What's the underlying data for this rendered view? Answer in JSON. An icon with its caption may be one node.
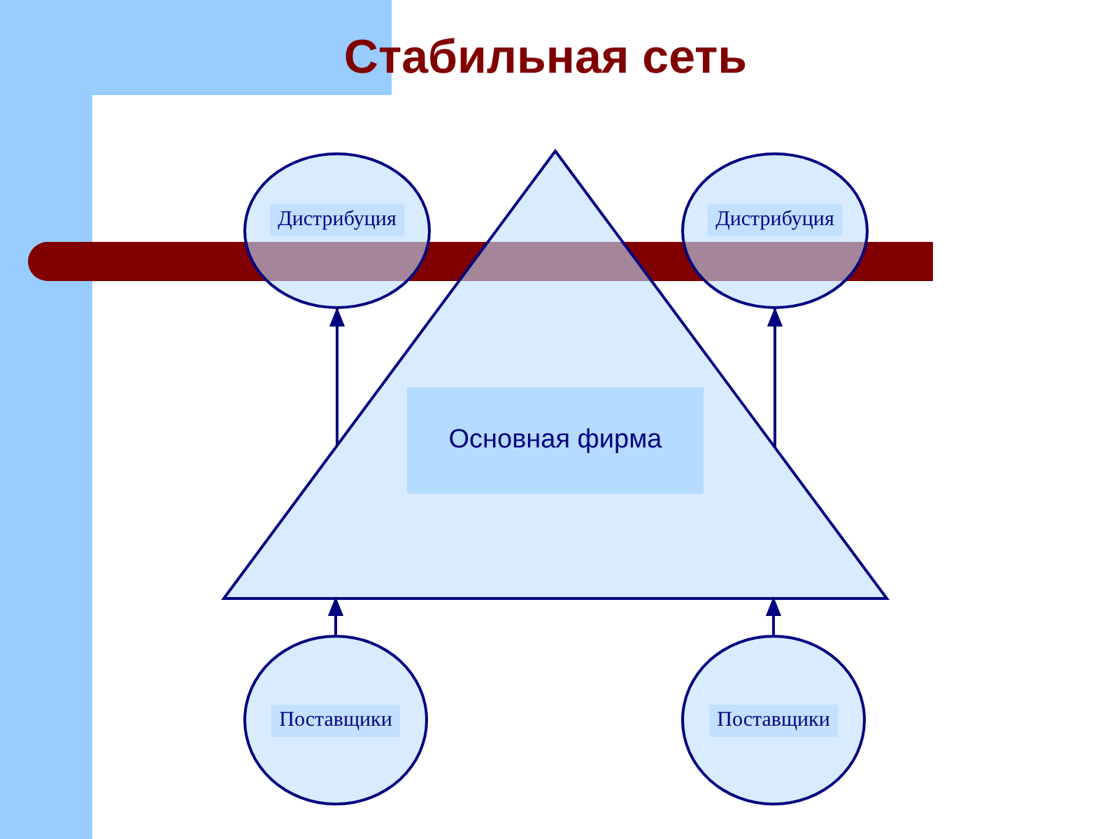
{
  "diagram": {
    "title": "Стабильная сеть",
    "nodes": [
      {
        "text": [
          "Дистрибуция"
        ]
      },
      {
        "text": [
          "Дистрибуция"
        ]
      },
      {
        "text": [
          "Основная фирма"
        ]
      },
      {
        "text": [
          "Поставщики"
        ]
      },
      {
        "text": [
          "Поставщики"
        ]
      },
      {
        "text": [],
        "shape": "bar"
      }
    ],
    "edges": [
      {
        "from": 2,
        "to": 0,
        "arrow": "to"
      },
      {
        "from": 2,
        "to": 1,
        "arrow": "to"
      },
      {
        "from": 3,
        "to": 2,
        "arrow": "to"
      },
      {
        "from": 4,
        "to": 2,
        "arrow": "to"
      }
    ]
  }
}
